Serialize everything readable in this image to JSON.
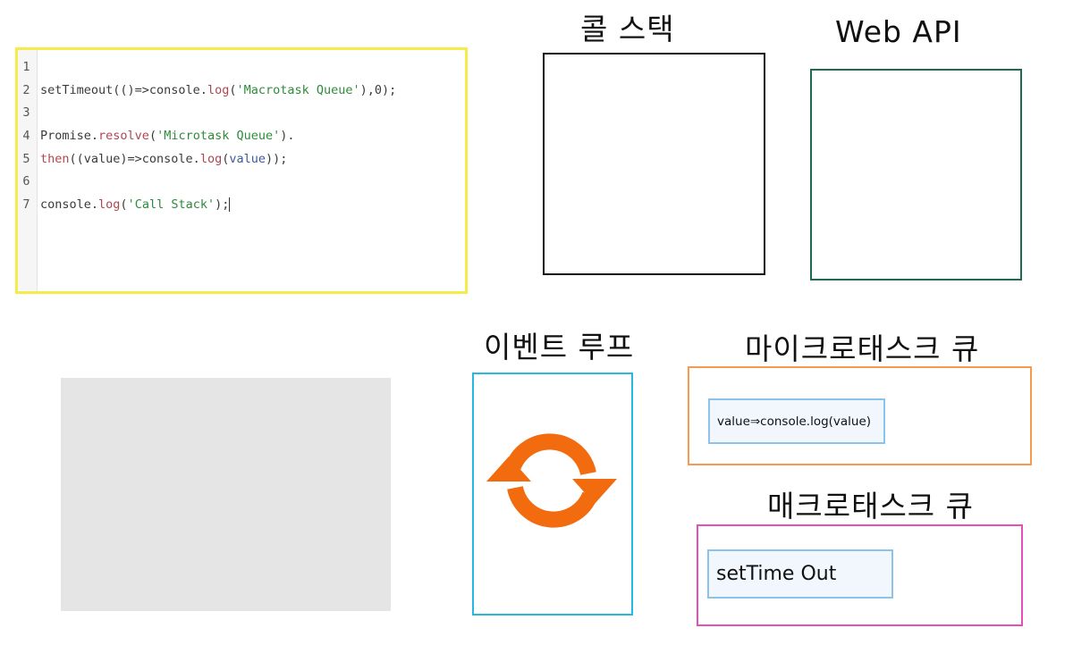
{
  "editor": {
    "lines": [
      {
        "num": "1",
        "tokens": []
      },
      {
        "num": "2",
        "tokens": [
          {
            "text": "setTimeout(()=>console.",
            "kind": "plain"
          },
          {
            "text": "log",
            "kind": "method"
          },
          {
            "text": "(",
            "kind": "plain"
          },
          {
            "text": "'Macrotask Queue'",
            "kind": "str"
          },
          {
            "text": "),0);",
            "kind": "plain"
          }
        ]
      },
      {
        "num": "3",
        "tokens": []
      },
      {
        "num": "4",
        "tokens": [
          {
            "text": "Promise.",
            "kind": "plain"
          },
          {
            "text": "resolve",
            "kind": "method"
          },
          {
            "text": "(",
            "kind": "plain"
          },
          {
            "text": "'Microtask Queue'",
            "kind": "str"
          },
          {
            "text": ").",
            "kind": "plain"
          }
        ]
      },
      {
        "num": "5",
        "tokens": [
          {
            "text": "then",
            "kind": "method"
          },
          {
            "text": "((value)=>console.",
            "kind": "plain"
          },
          {
            "text": "log",
            "kind": "method"
          },
          {
            "text": "(",
            "kind": "plain"
          },
          {
            "text": "value",
            "kind": "var"
          },
          {
            "text": "));",
            "kind": "plain"
          }
        ]
      },
      {
        "num": "6",
        "tokens": []
      },
      {
        "num": "7",
        "tokens": [
          {
            "text": "console.",
            "kind": "plain"
          },
          {
            "text": "log",
            "kind": "method"
          },
          {
            "text": "(",
            "kind": "plain"
          },
          {
            "text": "'Call Stack'",
            "kind": "str"
          },
          {
            "text": ");",
            "kind": "plain"
          }
        ],
        "caret": true
      }
    ]
  },
  "labels": {
    "call_stack": "콜 스택",
    "web_api": "Web API",
    "event_loop": "이벤트 루프",
    "microtask_queue": "마이크로태스크 큐",
    "macrotask_queue": "매크로태스크 큐"
  },
  "microtask_items": [
    "value⇒console.log(value)"
  ],
  "macrotask_items": [
    "setTime Out"
  ],
  "icons": {
    "event_loop": "refresh-cycle-icon"
  },
  "colors": {
    "editor_border": "#f5ec4a",
    "call_stack_border": "#111111",
    "web_api_border": "#1f6a55",
    "event_loop_border": "#25b8e0",
    "microtask_border": "#f59a4f",
    "macrotask_border": "#e54fb8",
    "task_chip_border": "#8cc3ea",
    "loop_icon": "#f26b0f",
    "console_panel": "#e5e5e5"
  }
}
